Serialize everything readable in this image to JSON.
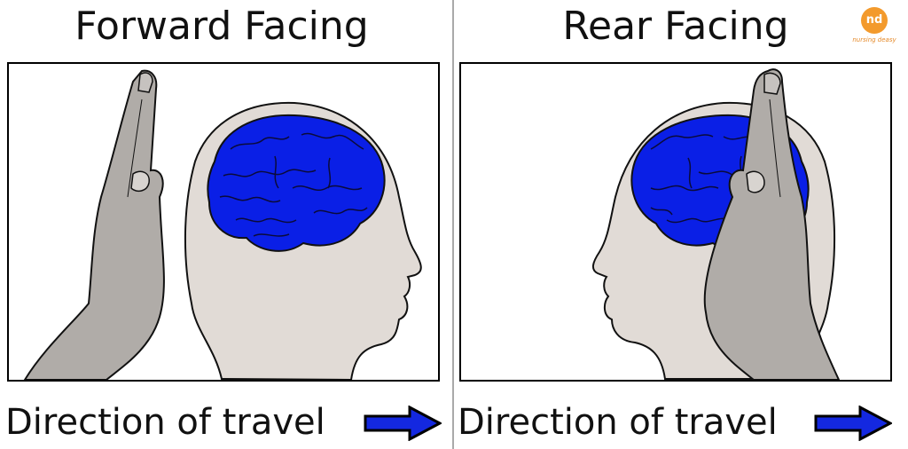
{
  "left_panel": {
    "title": "Forward Facing",
    "caption": "Direction of travel"
  },
  "right_panel": {
    "title": "Rear Facing",
    "caption": "Direction of travel"
  },
  "logo": {
    "mark": "nd",
    "wordmark": "nursing deasy"
  },
  "colors": {
    "brain": "#0a1fe6",
    "head": "#e1dbd6",
    "hand": "#b0aca8",
    "arrow": "#1428e0",
    "divider": "#a9a9a9",
    "logo": "#f39a2c"
  }
}
